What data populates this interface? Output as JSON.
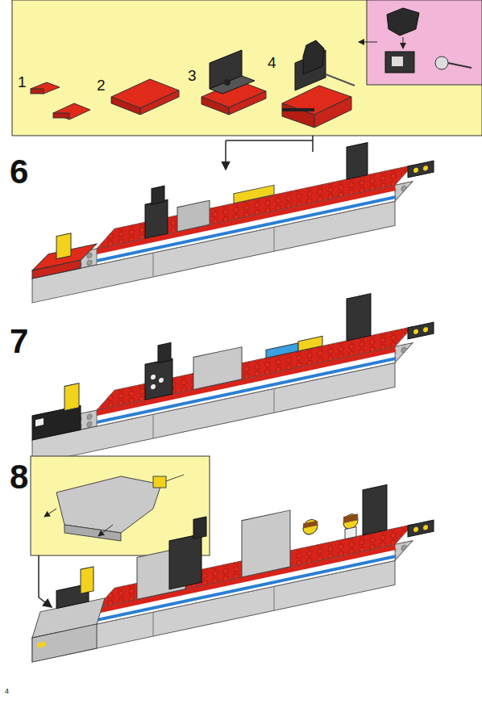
{
  "diagram": {
    "labels": [
      "1",
      "2",
      "3",
      "4",
      "6",
      "7",
      "8",
      "4"
    ]
  }
}
